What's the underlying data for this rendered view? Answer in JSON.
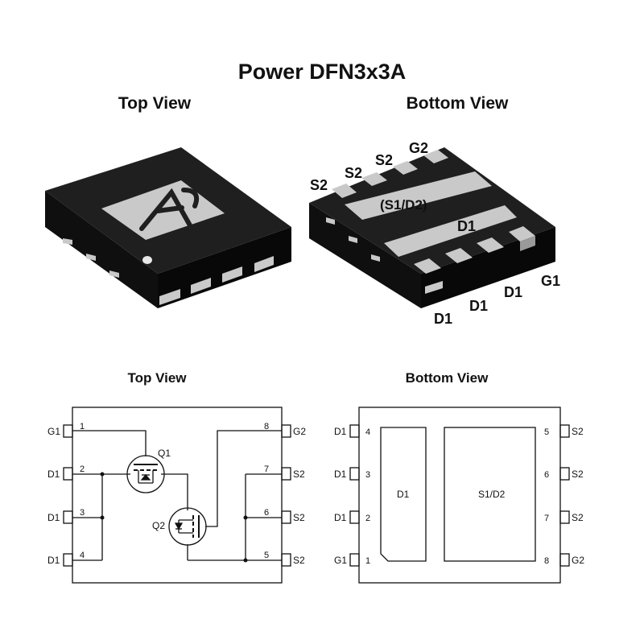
{
  "title": "Power DFN3x3A",
  "views": {
    "top_3d": "Top View",
    "bottom_3d": "Bottom View",
    "top_schematic": "Top View",
    "bottom_schematic": "Bottom View"
  },
  "bottom_3d_labels": {
    "s2_a": "S2",
    "s2_b": "S2",
    "s2_c": "S2",
    "g2": "G2",
    "pad_center": "(S1/D2)",
    "pad_lower": "D1",
    "d1_a": "D1",
    "d1_b": "D1",
    "d1_c": "D1",
    "g1": "G1"
  },
  "top_schematic": {
    "left_pins": [
      {
        "num": "1",
        "name": "G1"
      },
      {
        "num": "2",
        "name": "D1"
      },
      {
        "num": "3",
        "name": "D1"
      },
      {
        "num": "4",
        "name": "D1"
      }
    ],
    "right_pins": [
      {
        "num": "8",
        "name": "G2"
      },
      {
        "num": "7",
        "name": "S2"
      },
      {
        "num": "6",
        "name": "S2"
      },
      {
        "num": "5",
        "name": "S2"
      }
    ],
    "q1": "Q1",
    "q2": "Q2"
  },
  "bottom_schematic": {
    "left_pins": [
      {
        "num": "4",
        "name": "D1"
      },
      {
        "num": "3",
        "name": "D1"
      },
      {
        "num": "2",
        "name": "D1"
      },
      {
        "num": "1",
        "name": "G1"
      }
    ],
    "right_pins": [
      {
        "num": "5",
        "name": "S2"
      },
      {
        "num": "6",
        "name": "S2"
      },
      {
        "num": "7",
        "name": "S2"
      },
      {
        "num": "8",
        "name": "G2"
      }
    ],
    "pad_left": "D1",
    "pad_right": "S1/D2"
  },
  "colors": {
    "package_body": "#1e1e1e",
    "package_side": "#0c0c0c",
    "pad": "#c9c9c9",
    "line": "#111111"
  }
}
